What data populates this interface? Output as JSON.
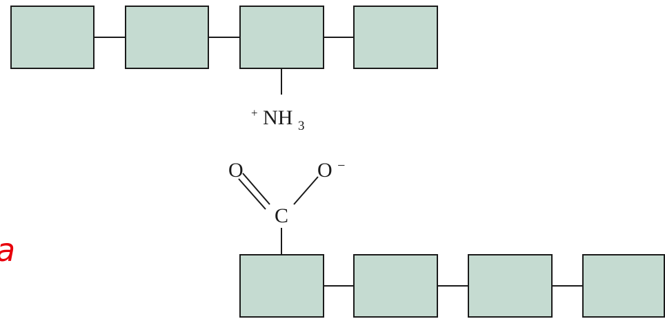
{
  "colors": {
    "box_fill": "#c5dbd1",
    "box_stroke": "#1a1a1a",
    "line": "#1a1a1a",
    "text": "#1a1a1a",
    "annotation": "#e8000b"
  },
  "amino_group": {
    "charge": "+",
    "symbol": "NH",
    "subscript": "3"
  },
  "carboxylate_group": {
    "carbon": "C",
    "double_bond_oxygen": "O",
    "single_bond_oxygen": "O",
    "charge": "−"
  },
  "annotation": {
    "text": "a"
  }
}
